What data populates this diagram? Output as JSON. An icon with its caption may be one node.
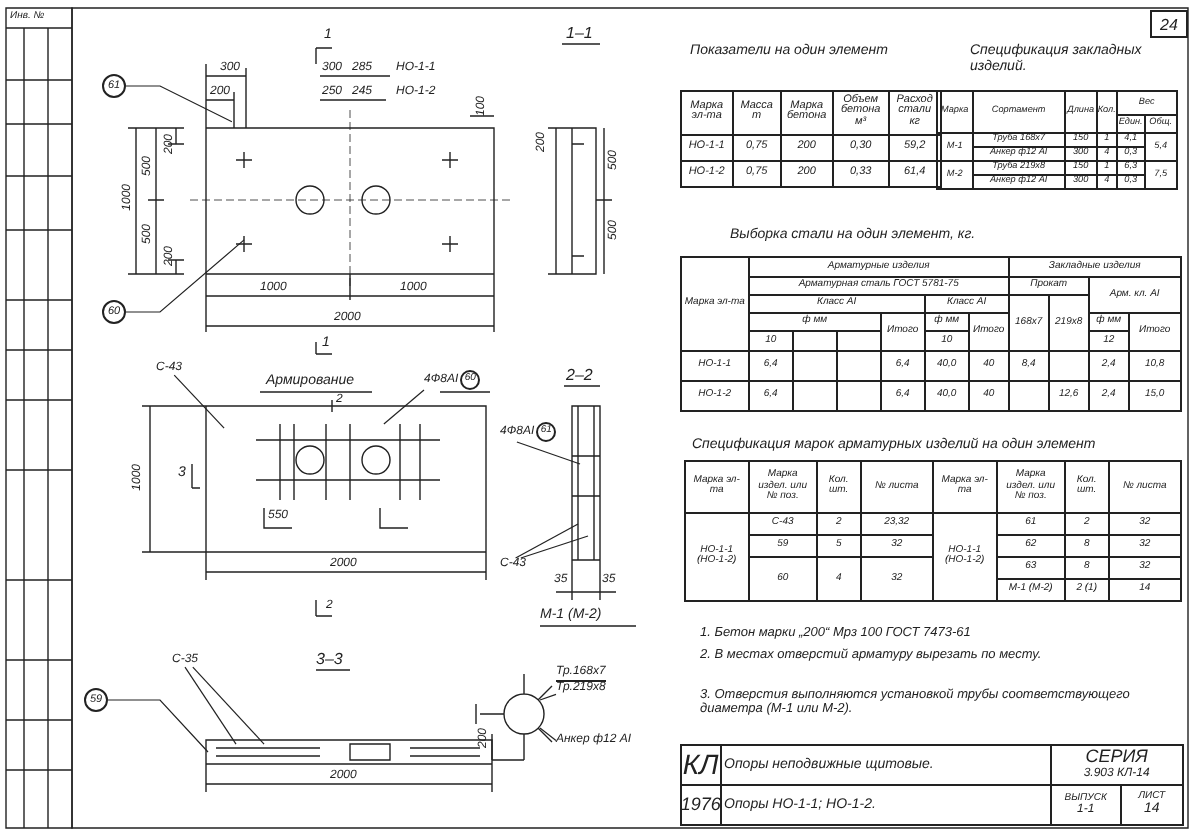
{
  "diagram": {
    "nodes": [
      {
        "text": [
          "61"
        ]
      },
      {
        "text": [
          "60"
        ]
      },
      {
        "text": [
          "С-43"
        ]
      },
      {
        "text": [
          "4Ф8АI",
          "60"
        ]
      },
      {
        "text": [
          "4Ф8АI",
          "61"
        ]
      },
      {
        "text": [
          "С-43"
        ]
      },
      {
        "text": [
          "С-35"
        ]
      },
      {
        "text": [
          "59"
        ]
      },
      {
        "text": [
          "Тр.168х7",
          "Тр.219х8"
        ]
      },
      {
        "text": [
          "Анкер ф12 АI"
        ]
      },
      {
        "text": [],
        "shape": "picture"
      },
      {
        "text": [],
        "shape": "picture"
      },
      {
        "text": [],
        "shape": "picture"
      },
      {
        "text": [],
        "shape": "picture"
      },
      {
        "text": [],
        "shape": "picture"
      }
    ],
    "edges": [
      {
        "from": 0,
        "to": 10,
        "arrow": "none"
      },
      {
        "from": 1,
        "to": 10,
        "arrow": "none"
      },
      {
        "from": 2,
        "to": 11,
        "arrow": "none"
      },
      {
        "from": 3,
        "to": 11,
        "arrow": "none"
      },
      {
        "from": 4,
        "to": 12,
        "arrow": "none"
      },
      {
        "from": 5,
        "to": 12,
        "arrow": "none"
      },
      {
        "from": 5,
        "to": 12,
        "arrow": "none"
      },
      {
        "from": 6,
        "to": 13,
        "arrow": "none"
      },
      {
        "from": 6,
        "to": 13,
        "arrow": "none"
      },
      {
        "from": 7,
        "to": 13,
        "arrow": "none"
      },
      {
        "from": 8,
        "to": 14,
        "arrow": "none"
      },
      {
        "from": 9,
        "to": 14,
        "arrow": "none"
      }
    ],
    "labels": [
      "24",
      "Инв. №",
      "1",
      "300",
      "200",
      "300",
      "285",
      "НО-1-1",
      "250",
      "245",
      "НО-1-2",
      "100",
      "200",
      "500",
      "1000",
      "500",
      "200",
      "1000",
      "1000",
      "2000",
      "1",
      "1–1",
      "200",
      "500",
      "500",
      "Армирование",
      "1000",
      "2000",
      "3",
      "2",
      "2",
      "550",
      "2–2",
      "35",
      "35",
      "М-1 (М-2)",
      "3–3",
      "2000",
      "200",
      "Показатели на один элемент",
      "Марка эл-та",
      "Масса т",
      "Марка бетона",
      "Объем бетона м³",
      "Расход стали кг",
      "НО-1-1",
      "0,75",
      "200",
      "0,30",
      "59,2",
      "НО-1-2",
      "0,75",
      "200",
      "0,33",
      "61,4",
      "Спецификация закладных изделий.",
      "Марка",
      "Сортамент",
      "Длина",
      "Кол.",
      "Вес",
      "Един.",
      "Общ.",
      "М-1",
      "Труба 168х7",
      "150",
      "1",
      "4,1",
      "5,4",
      "Анкер ф12 АI",
      "300",
      "4",
      "0,3",
      "М-2",
      "Труба 219х8",
      "150",
      "1",
      "6,3",
      "7,5",
      "Анкер ф12 АI",
      "300",
      "4",
      "0,3",
      "Выборка стали на один элемент, кг.",
      "Марка эл-та",
      "Арматурные изделия",
      "Закладные изделия",
      "Арматурная сталь ГОСТ 5781-75",
      "Класс АI",
      "Класс АI",
      "Прокат",
      "Арм. кл. АI",
      "ф мм",
      "Итого",
      "ф мм",
      "Итого",
      "168х7",
      "219х8",
      "ф мм",
      "Итого",
      "10",
      "10",
      "12",
      "НО-1-1",
      "6,4",
      "6,4",
      "40,0",
      "40",
      "8,4",
      "2,4",
      "10,8",
      "НО-1-2",
      "6,4",
      "6,4",
      "40,0",
      "40",
      "12,6",
      "2,4",
      "15,0",
      "Спецификация марок арматурных изделий на один элемент",
      "Марка эл-та",
      "Марка издел. или № поз.",
      "Кол. шт.",
      "№ листа",
      "Марка эл-та",
      "Марка издел. или № поз.",
      "Кол. шт.",
      "№ листа",
      "НО-1-1 (НО-1-2)",
      "С-43",
      "2",
      "23,32",
      "59",
      "5",
      "32",
      "60",
      "4",
      "32",
      "НО-1-1 (НО-1-2)",
      "61",
      "2",
      "32",
      "62",
      "8",
      "32",
      "63",
      "8",
      "32",
      "М-1 (М-2)",
      "2 (1)",
      "14",
      "1. Бетон марки „200“ Мрз 100 ГОСТ 7473-61",
      "2. В местах отверстий арматуру вырезать по месту.",
      "3. Отверстия выполняются установкой трубы соответствующего диаметра (М-1 или М-2).",
      "КЛ",
      "1976",
      "Опоры неподвижные щитовые.",
      "Опоры НО-1-1; НО-1-2.",
      "СЕРИЯ",
      "3.903 КЛ-14",
      "ВЫПУСК",
      "1-1",
      "ЛИСТ",
      "14"
    ]
  }
}
